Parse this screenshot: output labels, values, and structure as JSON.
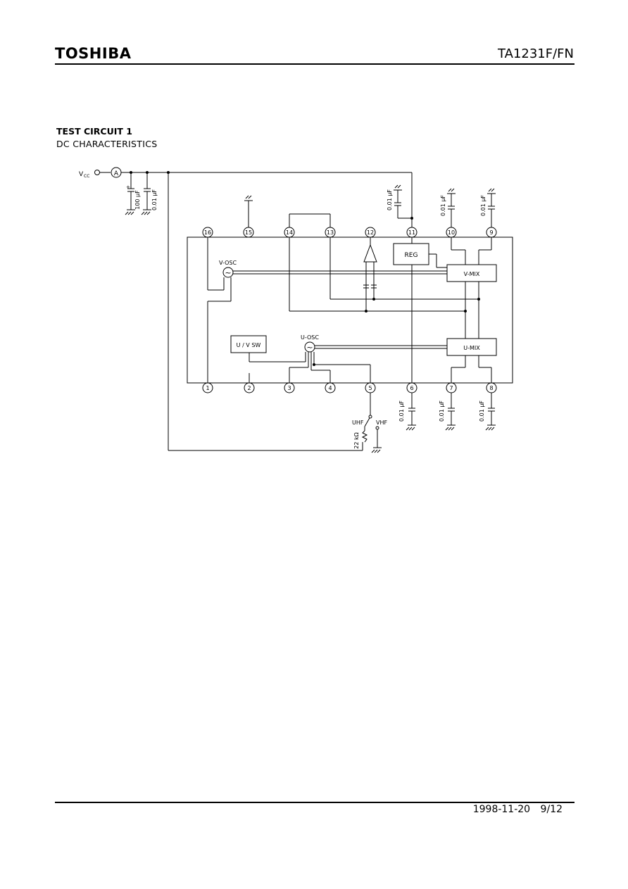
{
  "header": {
    "logo": "TOSHIBA",
    "part_number": "TA1231F/FN"
  },
  "footer": {
    "date": "1998-11-20",
    "page": "9/12"
  },
  "section": {
    "title": "TEST CIRCUIT 1",
    "subtitle": "DC CHARACTERISTICS"
  },
  "circuit": {
    "vcc_label": "V",
    "vcc_sub": "CC",
    "ammeter": "A",
    "blocks": {
      "reg": "REG",
      "vmix": "V-MIX",
      "umix": "U-MIX",
      "uvsw": "U / V SW",
      "vosc": "V-OSC",
      "uosc": "U-OSC"
    },
    "pins_top": [
      "16",
      "15",
      "14",
      "13",
      "12",
      "11",
      "10",
      "9"
    ],
    "pins_bottom": [
      "1",
      "2",
      "3",
      "4",
      "5",
      "6",
      "7",
      "8"
    ],
    "caps": {
      "c100": "100 μF",
      "c001": "0.01 μF",
      "c11": "0.01 μF",
      "c10": "0.01 μF",
      "c9": "0.01 μF",
      "c6": "0.01 μF",
      "c7": "0.01 μF",
      "c8": "0.01 μF"
    },
    "switch": {
      "uhf": "UHF",
      "vhf": "VHF",
      "resistor": "22 kΩ"
    }
  }
}
